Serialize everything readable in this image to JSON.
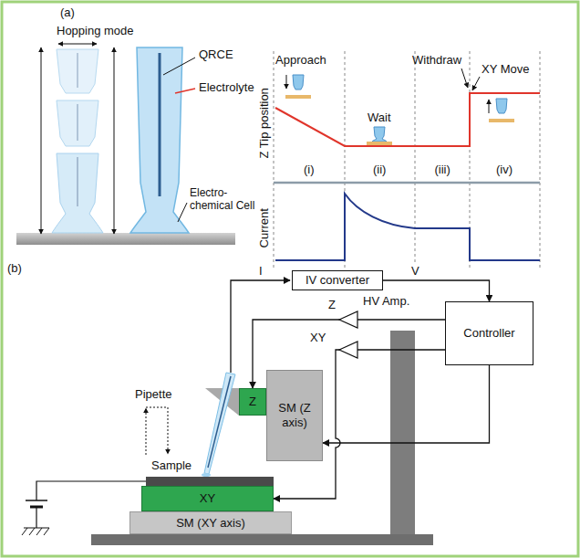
{
  "diagram": {
    "nodes": [
      {
        "text": [
          "IV converter"
        ]
      },
      {
        "text": [
          "Controller"
        ]
      },
      {
        "text": [
          "SM (Z axis)"
        ]
      },
      {
        "text": [
          "Z"
        ]
      },
      {
        "text": [
          "XY"
        ]
      },
      {
        "text": [
          "SM (XY axis)"
        ]
      }
    ],
    "edges": [
      {
        "from": 0,
        "to": 1,
        "arrow": "to",
        "label": "V"
      },
      {
        "from": 1,
        "to": 3,
        "arrow": "to"
      },
      {
        "from": 1,
        "to": 4,
        "arrow": "to"
      },
      {
        "from": 1,
        "to": 2,
        "arrow": "to"
      }
    ],
    "labels": [
      "(a)",
      "Hopping mode",
      "QRCE",
      "Electrolyte",
      "Electro- chemical Cell",
      "Approach",
      "Withdraw",
      "Wait",
      "XY Move",
      "Z Tip position",
      "Current",
      "(i)",
      "(ii)",
      "(iii)",
      "(iv)",
      "(b)",
      "I",
      "HV Amp.",
      "Z",
      "XY",
      "Pipette",
      "Sample"
    ]
  }
}
